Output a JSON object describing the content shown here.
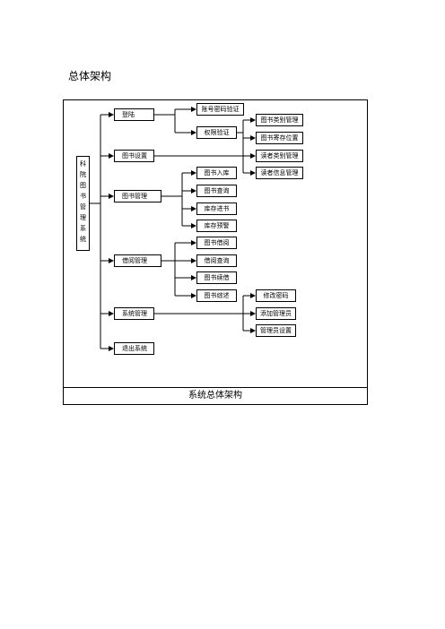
{
  "heading": "总体架构",
  "caption": "系统总体架构",
  "root_chars": [
    "科",
    "院",
    "图",
    "书",
    "管",
    "理",
    "系",
    "统"
  ],
  "level1": {
    "login": "登陆",
    "book_settings": "图书设置",
    "book_mgmt": "图书管理",
    "borrow_mgmt": "借阅管理",
    "system_mgmt": "系统管理",
    "exit": "退出系统"
  },
  "login_children": {
    "account_verify": "账号密码验证",
    "permission_verify": "权限验证"
  },
  "settings_children": {
    "book_category": "图书类别管理",
    "storage_location": "图书寄存位置",
    "reader_category": "读者类别管理",
    "reader_info": "读者信息管理"
  },
  "book_mgmt_children": {
    "stock_in": "图书入库",
    "book_query": "图书查询",
    "restock": "库存进书",
    "stock_alert": "库存预警"
  },
  "borrow_children": {
    "borrow": "图书借阅",
    "borrow_query": "借阅查询",
    "renew": "图书续借",
    "summary": "图书综述"
  },
  "system_children": {
    "change_password": "修改密码",
    "add_admin": "添加管理员",
    "admin_settings": "管理员设置"
  }
}
